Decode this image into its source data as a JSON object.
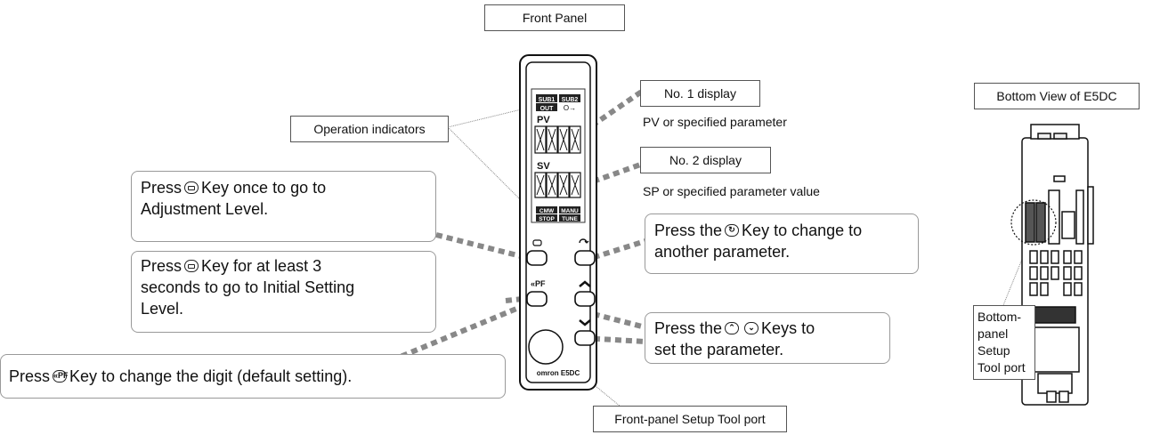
{
  "front_panel_title": "Front Panel",
  "bottom_view_title": "Bottom View of E5DC",
  "labels": {
    "operation_indicators": "Operation indicators",
    "no1_display": "No. 1 display",
    "no1_desc": "PV or specified parameter",
    "no2_display": "No. 2 display",
    "no2_desc": "SP or specified parameter value",
    "front_setup_port": "Front-panel Setup Tool port",
    "bottom_setup_port": [
      "Bottom-",
      "panel",
      "Setup",
      "Tool port"
    ]
  },
  "bubbles": {
    "adjust_level": {
      "before": "Press",
      "after": "Key once to go to",
      "line2": "Adjustment Level."
    },
    "initial_setting": {
      "before": "Press",
      "after": "Key for at least 3",
      "line2": "seconds to go to Initial Setting",
      "line3": "Level."
    },
    "change_digit": {
      "before": "Press",
      "after": "Key to change the digit (default setting)."
    },
    "change_param": {
      "before": "Press the",
      "after": "Key to change to",
      "line2": "another parameter."
    },
    "set_param": {
      "before": "Press the",
      "after": "Keys to",
      "line2": "set the parameter."
    }
  },
  "panel": {
    "ind_sub1": "SUB1",
    "ind_sub2": "SUB2",
    "ind_out": "OUT",
    "ind_key": "O→",
    "pv": "PV",
    "sv": "SV",
    "ind_cmw": "CMW",
    "ind_manu": "MANU",
    "ind_stop": "STOP",
    "ind_tune": "TUNE",
    "brand": "omron E5DC",
    "pf_glyph": "«PF"
  },
  "icons": {
    "mode": "mode-key-icon",
    "level": "level-key-icon",
    "pf": "pf-key-icon",
    "up": "up-key-icon",
    "down": "down-key-icon"
  }
}
